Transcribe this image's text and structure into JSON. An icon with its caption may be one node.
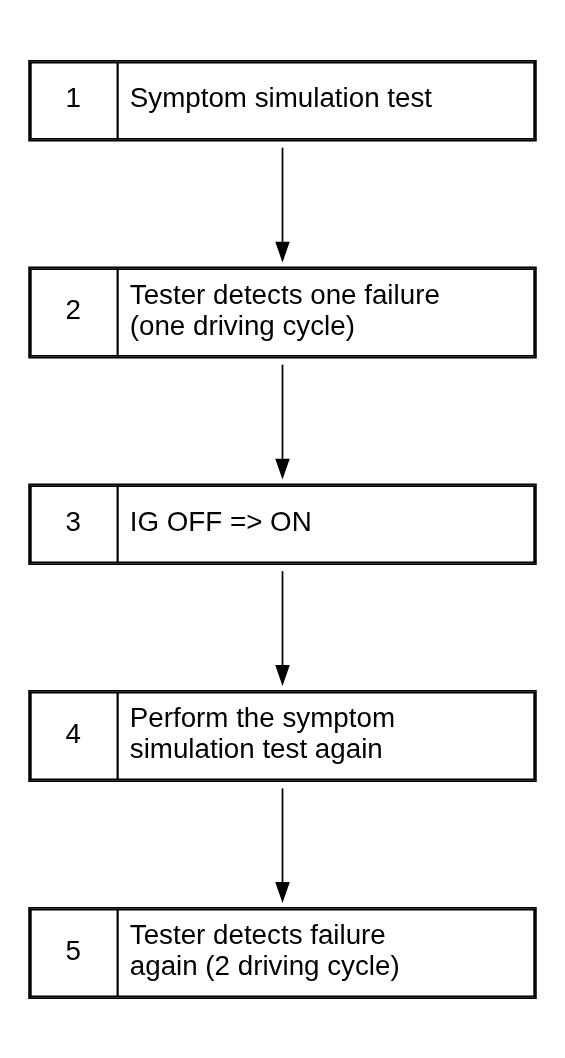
{
  "diagram": {
    "nodes": [
      {
        "text": [
          "1",
          "Symptom simulation test"
        ]
      },
      {
        "text": [
          "2",
          "Tester detects one failure (one driving cycle)"
        ]
      },
      {
        "text": [
          "3",
          "IG OFF => ON"
        ]
      },
      {
        "text": [
          "4",
          "Perform the symptom simulation test again"
        ]
      },
      {
        "text": [
          "5",
          "Tester detects failure again (2 driving cycle)"
        ]
      }
    ],
    "edges": [
      {
        "from": 0,
        "to": 1,
        "arrow": "to"
      },
      {
        "from": 1,
        "to": 2,
        "arrow": "to"
      },
      {
        "from": 2,
        "to": 3,
        "arrow": "to"
      },
      {
        "from": 3,
        "to": 4,
        "arrow": "to"
      }
    ]
  }
}
